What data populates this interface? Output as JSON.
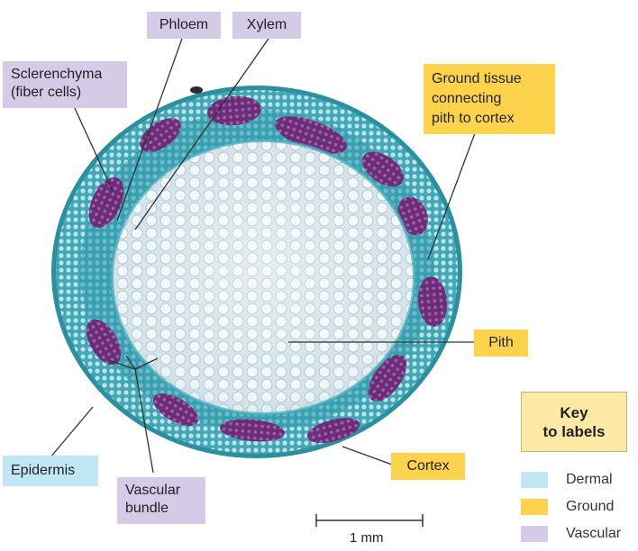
{
  "labels": {
    "phloem": "Phloem",
    "xylem": "Xylem",
    "sclerenchyma": "Sclerenchyma\n(fiber cells)",
    "ground_tissue": "Ground tissue\nconnecting\npith to cortex",
    "pith": "Pith",
    "epidermis": "Epidermis",
    "vascular_bundle": "Vascular\nbundle",
    "cortex": "Cortex"
  },
  "key": {
    "title": "Key\nto labels",
    "items": [
      {
        "label": "Dermal",
        "color": "#bfe8f4"
      },
      {
        "label": "Ground",
        "color": "#fcd34a"
      },
      {
        "label": "Vascular",
        "color": "#d6cbe6"
      }
    ]
  },
  "scale_bar": {
    "label": "1 mm"
  },
  "colors": {
    "vascular_label": "#d6cbe6",
    "ground_label": "#fcd34a",
    "dermal_label": "#bfe8f4",
    "cell_stain": "#4fb8c4",
    "bundle_stain": "#7a3b82",
    "pith_cells": "#eef4f6"
  }
}
